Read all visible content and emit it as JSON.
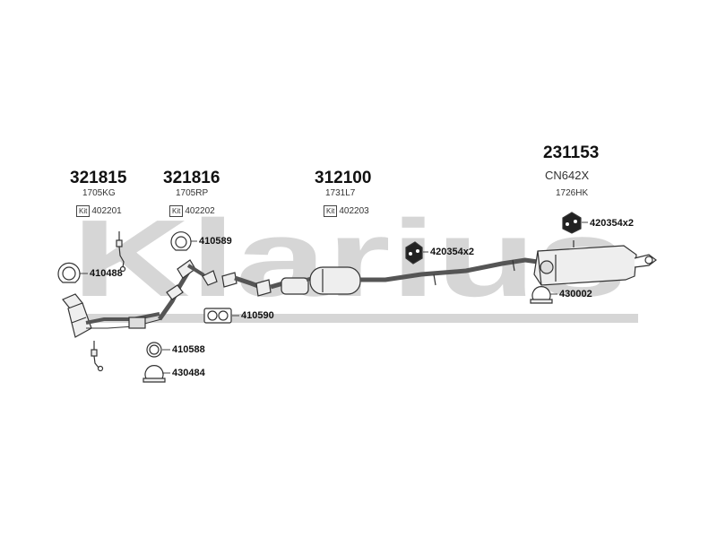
{
  "watermark": {
    "text": "Klarius",
    "color": "#d4d4d4"
  },
  "headers": [
    {
      "number": "321815",
      "sub": "1705KG",
      "kit_label": "Kit",
      "kit_number": "402201"
    },
    {
      "number": "321816",
      "sub": "1705RP",
      "kit_label": "Kit",
      "kit_number": "402202"
    },
    {
      "number": "312100",
      "sub": "1731L7",
      "kit_label": "Kit",
      "kit_number": "402203"
    },
    {
      "number": "231153",
      "sub": "CN642X",
      "sub2": "1726HK"
    }
  ],
  "parts": [
    "410589",
    "410488",
    "410590",
    "410588",
    "430484",
    "420354x2",
    "420354x2",
    "430002"
  ],
  "colors": {
    "line": "#333333",
    "fill": "#eeeeee"
  }
}
